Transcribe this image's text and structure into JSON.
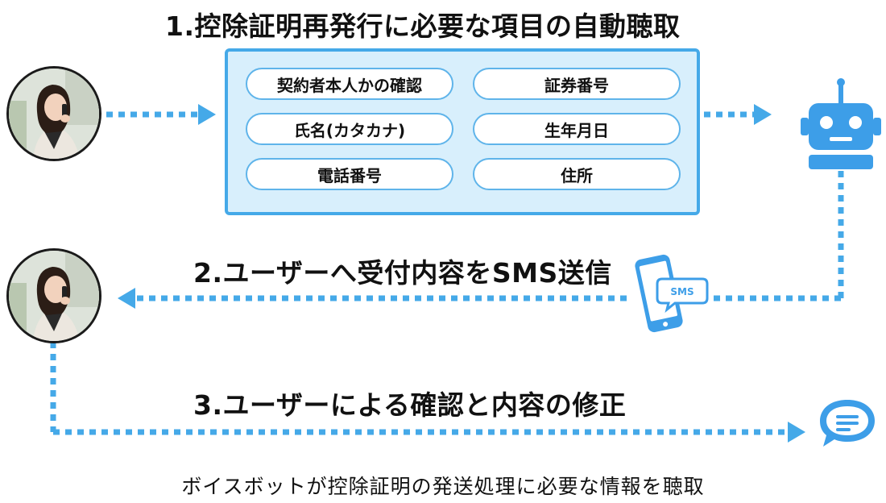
{
  "steps": {
    "step1": "1.控除証明再発行に必要な項目の自動聴取",
    "step2": "2.ユーザーへ受付内容をSMS送信",
    "step3": "3.ユーザーによる確認と内容の修正"
  },
  "fields": {
    "identity_check": "契約者本人かの確認",
    "policy_number": "証券番号",
    "name_kana": "氏名(カタカナ)",
    "birth_date": "生年月日",
    "phone_number": "電話番号",
    "address": "住所"
  },
  "sms_badge": "SMS",
  "footer": "ボイスボットが控除証明の発送処理に必要な情報を聴取",
  "colors": {
    "accent": "#45a9e8",
    "panel_fill": "#d8effc",
    "robot": "#3d9ee8"
  }
}
